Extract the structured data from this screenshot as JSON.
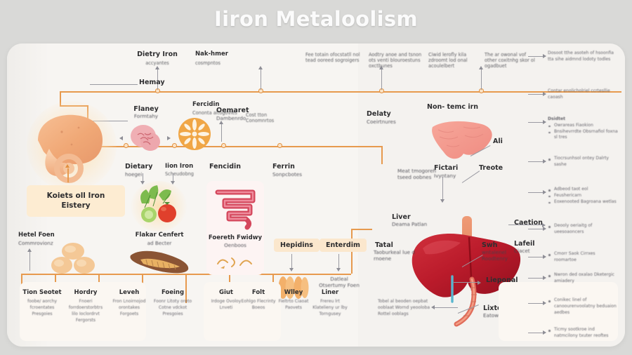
{
  "title": "Iiron Metaloolism",
  "colors": {
    "background": "#d9d9d7",
    "card": "#f7f5f2",
    "panel_right": "#f4f2ef",
    "connector": "#e79a4e",
    "node_fill": "#fbe3c6",
    "badge": "#fbe7cd",
    "keybox": "#fdecd2",
    "text": "#2e2e30",
    "liver_red": "#c1202f",
    "organ_orange": "#f0a876"
  },
  "top_row": {
    "dietary_iron": {
      "label": "Dietry Iron",
      "sub": "accyantes"
    },
    "hemay": {
      "label": "Hemay"
    },
    "fercidin": {
      "label": "Fercidin",
      "sub": "Cononta altogovies"
    },
    "non_heme": {
      "label": "Nak-hmer",
      "sub": "cosmpntos"
    },
    "ferrotain": {
      "sub": "Fee totain ofocstatll nol tead ooreed sogroigers"
    },
    "aodly": {
      "sub": "Aodtry anoe and tsnon ots venti blouroestuns oxctbunes"
    },
    "child": {
      "sub": "Ciwid lerofly kila zdroomt lod onal acoulelbert"
    },
    "the_or": {
      "sub": "The ar owonal vof other coxitnhg skor ol ogadbuet"
    },
    "dosoet": {
      "sub": "Dosoot tthe asoteh of hsoonfia tta sihe aidmnd lodoty todles"
    }
  },
  "left_cluster": {
    "flaney": {
      "label": "Flaney",
      "sub": "Formtahy"
    },
    "dietary": {
      "label": "Dietary",
      "sub": "hoegei"
    },
    "iron_iron": {
      "label": "Iion Iron",
      "sub": "Scheudobng"
    },
    "fencidin": {
      "label": "Fencidin"
    },
    "oemaret": {
      "label": "Oemaret",
      "sub": "Dambenrdo"
    },
    "cost_tton": {
      "sub": "Cost tton Conomnrtos"
    },
    "ferrin": {
      "label": "Ferrin",
      "sub": "Sonpcbotes"
    },
    "key_box": {
      "line1": "Koiets oll Iron",
      "line2": "Eistery"
    },
    "flakes": {
      "label": "Flakar Cenfert",
      "sub": "ad Becter"
    },
    "fetal": {
      "label": "Hetel Foen",
      "sub": "Commrovionz"
    },
    "foreth": {
      "label": "Foereth Fwidwy",
      "sub": "Oenboos"
    }
  },
  "mid_cluster": {
    "hepidins": {
      "label": "Hepidins",
      "sub": "Datleal Otsertumy Foen"
    },
    "enterdim": {
      "label": "Enterdim",
      "sub": "Datleal Otsertumy Foen"
    },
    "delay": {
      "label": "Delaty",
      "sub": "Coeirtnures"
    }
  },
  "right_cluster": {
    "non_temc": {
      "label": "Non- temc irn"
    },
    "ali": {
      "label": "Ali"
    },
    "fictari": {
      "label": "Fictari",
      "sub": "Ivyntany"
    },
    "treote": {
      "label": "Treote"
    },
    "meat": {
      "sub": "Meat tmogoreh tseed oobnes"
    },
    "liver_deama": {
      "label": "Liver",
      "sub": "Deama Patlan"
    },
    "tatal": {
      "label": "Tatal",
      "sub": "Taoburkeal lue d rnoene"
    },
    "swh": {
      "label": "Swh",
      "sub": "wntalenel Roodtenry"
    },
    "caetion": {
      "label": "Caetion"
    },
    "lafeil": {
      "label": "Lafeil",
      "sub": "Ciacet"
    },
    "lieponal": {
      "label": "Lieponal"
    },
    "lixter": {
      "label": "Lixter",
      "sub": "Eatowon"
    },
    "tobelal": {
      "sub": "Tobel al beoden oepbat ooblaat Wornd yeooloba Rottel ooblags"
    }
  },
  "right_column": [
    {
      "text": "Dosoot tthe asoteh of hsoonfia tta sihe aidmnd lodoty todles",
      "bullets": []
    },
    {
      "text": "Contar enolicholriel ccrtesllie caoash",
      "bullets": []
    },
    {
      "heading": "Dsidtet",
      "bullets": [
        "Owrareas Fiaokion",
        "Bnsihevrrdte Obsrnafiol foxna sl tres"
      ]
    },
    {
      "bullets": [
        "Tiocrsunhsol ontey Dalrty sashe"
      ]
    },
    {
      "bullets": [
        "Adbeod taot eol",
        "Feushericarn",
        "Eoxenooted Bagroana wetlas"
      ]
    },
    {
      "bullets": [
        "Deooly oeriaitg of ueesoaoncers"
      ]
    },
    {
      "bullets": [
        "Cmorr Saok Cirrxes roomartoe"
      ]
    },
    {
      "bullets": [
        "Nwron ded oxalao Dketergic amiadery"
      ]
    },
    {
      "bullets": [
        "Conikec linel of canoourenvoolatny beduaion aedbes"
      ]
    },
    {
      "bullets": [
        "Ticmy sootkroe ind natmcilony txuter reoftes"
      ]
    }
  ],
  "bottom_row": [
    {
      "label": "Tion Seotet",
      "sub": "foobe/ aorchy fcroentates Presgoies"
    },
    {
      "label": "Hordry",
      "sub": "Fnoeri forrdoerstorbtrs lilo Ioclordrvt Fergorsts"
    },
    {
      "label": "Leveh",
      "sub": "Fron Lnoirnojod orontakes Forgoets"
    },
    {
      "label": "Foeing",
      "sub": "Foonr Litoty oreto Cotne vdckot Presgoies"
    },
    {
      "label": "Giut",
      "sub": "Irdoge Ovoloy Lnveti"
    },
    {
      "label": "Folt",
      "sub": "Eohlgo Flecrinty Boeos"
    },
    {
      "label": "Wlley",
      "sub": "Fieltrto Ciaoat Paovets"
    },
    {
      "label": "Liner",
      "sub": "Frereu lrt Klatelieny ur lby Torngusey"
    }
  ]
}
